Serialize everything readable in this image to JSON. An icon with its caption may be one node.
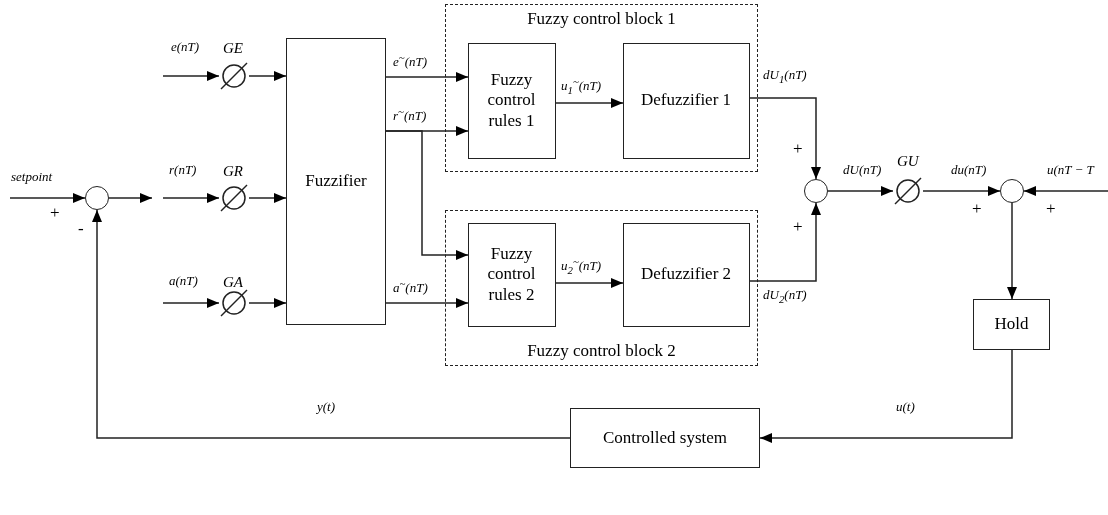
{
  "diagram": {
    "nodes": [
      {
        "text": [
          "Fuzzy control block 1"
        ]
      },
      {
        "text": [
          "Fuzzy control rules 1"
        ],
        "in": 0
      },
      {
        "text": [
          "Defuzzifier 1"
        ],
        "in": 0
      },
      {
        "text": [
          "Fuzzy control block 2"
        ]
      },
      {
        "text": [
          "Fuzzy control rules 2"
        ],
        "in": 3
      },
      {
        "text": [
          "Defuzzifier 2"
        ],
        "in": 3
      },
      {
        "text": [
          "Fuzzifier"
        ]
      },
      {
        "text": [],
        "shape": "circle"
      },
      {
        "text": [],
        "shape": "gain",
        "beside": [
          "GE"
        ]
      },
      {
        "text": [],
        "shape": "gain",
        "beside": [
          "GR"
        ]
      },
      {
        "text": [],
        "shape": "gain",
        "beside": [
          "GA"
        ]
      },
      {
        "text": [],
        "shape": "circle"
      },
      {
        "text": [],
        "shape": "gain",
        "beside": [
          "GU"
        ]
      },
      {
        "text": [],
        "shape": "circle"
      },
      {
        "text": [
          "Hold"
        ]
      },
      {
        "text": [
          "Controlled system"
        ]
      }
    ],
    "edges": [
      {
        "from": null,
        "to": 7,
        "arrow": "to",
        "label": "setpoint"
      },
      {
        "from": 7,
        "to": null,
        "arrow": "to"
      },
      {
        "from": null,
        "to": 8,
        "arrow": "to",
        "label": "e(nT)"
      },
      {
        "from": 8,
        "to": 6,
        "arrow": "to"
      },
      {
        "from": null,
        "to": 9,
        "arrow": "to",
        "label": "r(nT)"
      },
      {
        "from": 9,
        "to": 6,
        "arrow": "to"
      },
      {
        "from": null,
        "to": 10,
        "arrow": "to",
        "label": "a(nT)"
      },
      {
        "from": 10,
        "to": 6,
        "arrow": "to"
      },
      {
        "from": 6,
        "to": 1,
        "arrow": "to",
        "label": "e$^{~}$(nT)"
      },
      {
        "from": 6,
        "to": 1,
        "arrow": "to",
        "label": "r$^{~}$(nT)"
      },
      {
        "from": 6,
        "to": 4,
        "arrow": "to"
      },
      {
        "from": 6,
        "to": 4,
        "arrow": "to",
        "label": "a$^{~}$(nT)"
      },
      {
        "from": 1,
        "to": 2,
        "arrow": "to",
        "label": "u$_{1}$$^{~}$(nT)"
      },
      {
        "from": 4,
        "to": 5,
        "arrow": "to",
        "label": "u$_{2}$$^{~}$(nT)"
      },
      {
        "from": 2,
        "to": 11,
        "arrow": "to",
        "label": "dU$_{1}$(nT)"
      },
      {
        "from": 5,
        "to": 11,
        "arrow": "to",
        "label": "dU$_{2}$(nT)"
      },
      {
        "from": 11,
        "to": 12,
        "arrow": "to",
        "label": "dU(nT)"
      },
      {
        "from": 12,
        "to": 13,
        "arrow": "to",
        "label": "du(nT)"
      },
      {
        "from": null,
        "to": 13,
        "arrow": "to",
        "label": "u(nT − T"
      },
      {
        "from": 13,
        "to": 14,
        "arrow": "to"
      },
      {
        "from": 14,
        "to": 15,
        "arrow": "to",
        "label": "u(t)"
      },
      {
        "from": 15,
        "to": 7,
        "arrow": "to",
        "label": "y(t)"
      }
    ],
    "labels": [
      "+",
      "-",
      "+",
      "+",
      "+",
      "+"
    ]
  }
}
